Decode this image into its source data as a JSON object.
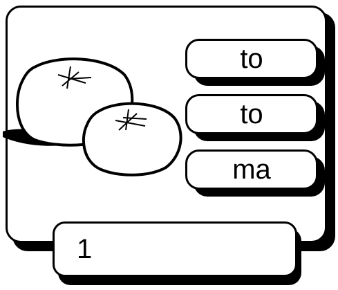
{
  "syllables": [
    "to",
    "to",
    "ma"
  ],
  "answer": "1",
  "illustration": "tomatoes"
}
